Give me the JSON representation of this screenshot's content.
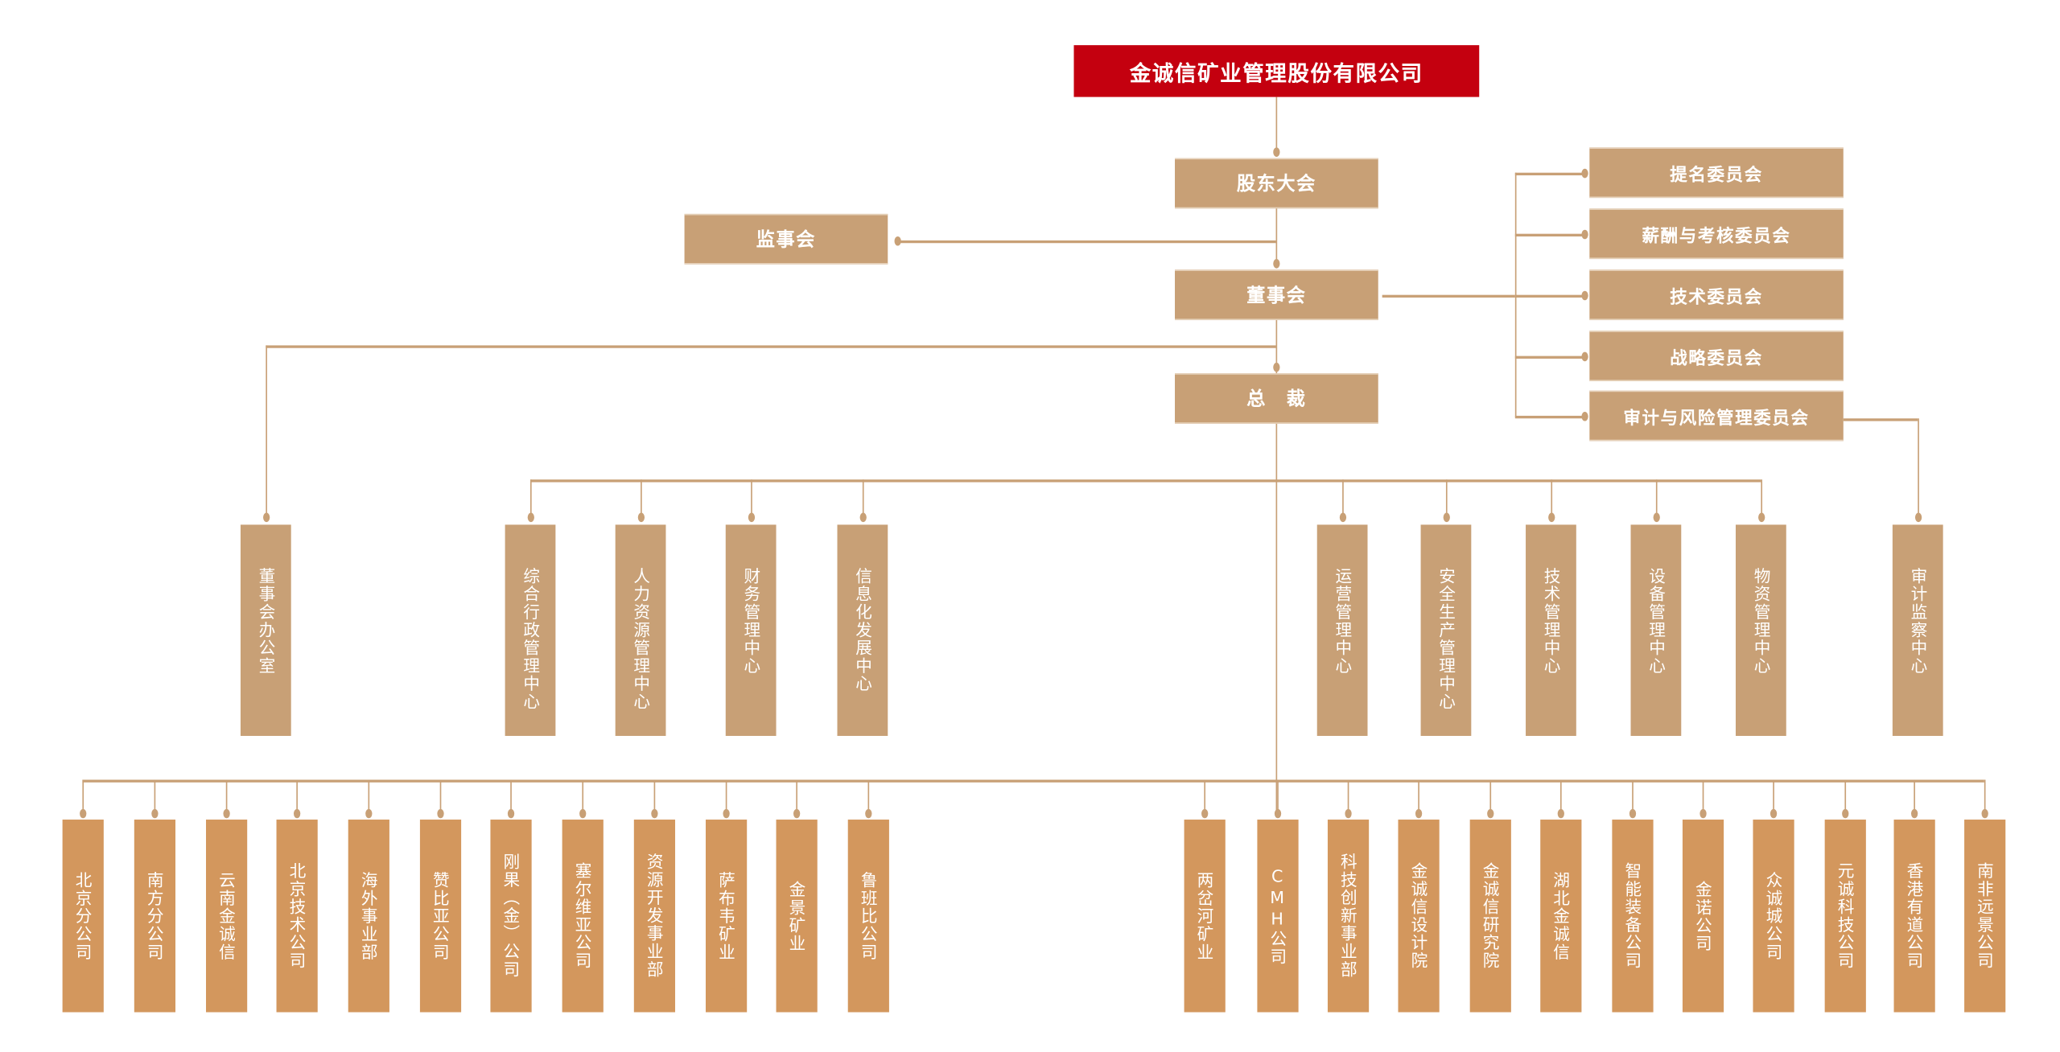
{
  "company": "金诚信矿业管理股份有限公司",
  "shareholders_meeting": "股东大会",
  "supervisory_board": "监事会",
  "board": "董事会",
  "president": "总　裁",
  "committees": [
    "提名委员会",
    "薪酬与考核委员会",
    "技术委员会",
    "战略委员会",
    "审计与风险管理委员会"
  ],
  "board_office": "董事会办公室",
  "audit_center": "审计监察中心",
  "centers_left": [
    "综合行政管理中心",
    "人力资源管理中心",
    "财务管理中心",
    "信息化发展中心"
  ],
  "centers_right": [
    "运营管理中心",
    "安全生产管理中心",
    "技术管理中心",
    "设备管理中心",
    "物资管理中心"
  ],
  "subsidiaries_left": [
    "北京分公司",
    "南方分公司",
    "云南金诚信",
    "北京技术公司",
    "海外事业部",
    "赞比亚公司",
    "刚果（金）公司",
    "塞尔维亚公司",
    "资源开发事业部",
    "萨布韦矿业",
    "金景矿业",
    "鲁班比公司"
  ],
  "subsidiaries_right": [
    "两岔河矿业",
    "CMH公司",
    "科技创新事业部",
    "金诚信设计院",
    "金诚信研究院",
    "湖北金诚信",
    "智能装备公司",
    "金诺公司",
    "众诚城公司",
    "元诚科技公司",
    "香港有道公司",
    "南非远景公司"
  ],
  "colors": {
    "red": "#c4000f",
    "tan": "#c8a076",
    "orange": "#d3975d"
  }
}
